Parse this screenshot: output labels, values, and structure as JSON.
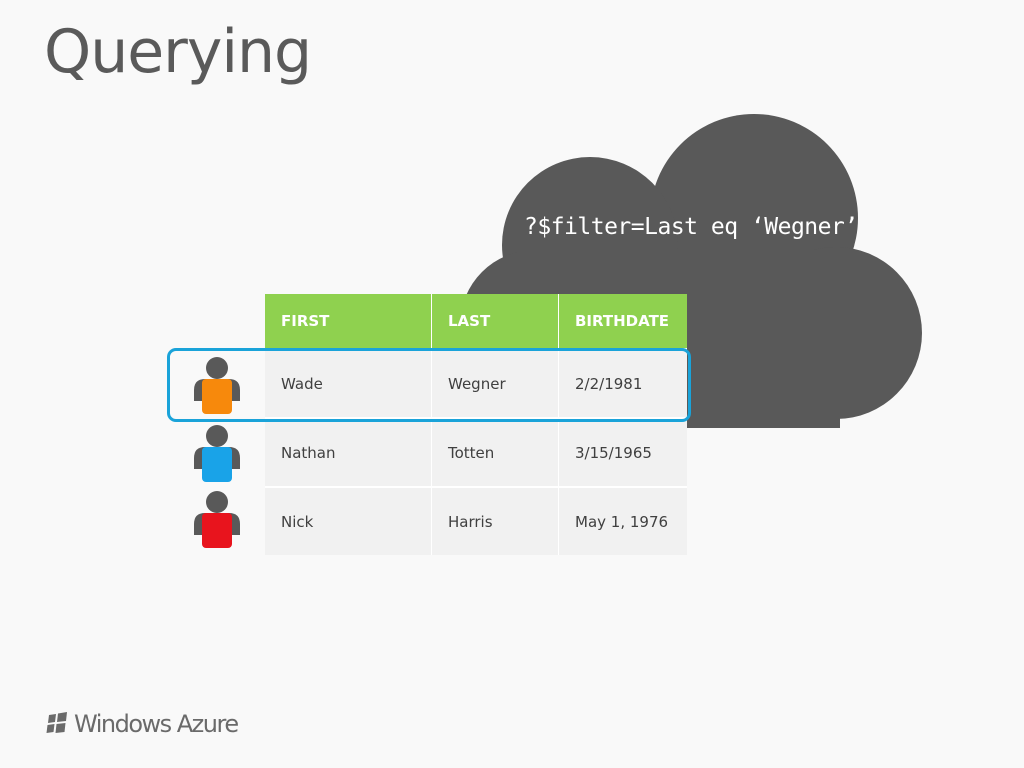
{
  "slide": {
    "title": "Querying",
    "query": "?$filter=Last eq ‘Wegner’",
    "brand": "Windows Azure"
  },
  "table": {
    "headers": [
      "FIRST",
      "LAST",
      "BIRTHDATE"
    ],
    "rows": [
      {
        "first": "Wade",
        "last": "Wegner",
        "birthdate": "2/2/1981",
        "avatar_color": "#f7890c",
        "highlighted": true
      },
      {
        "first": "Nathan",
        "last": "Totten",
        "birthdate": "3/15/1965",
        "avatar_color": "#19a3e8",
        "highlighted": false
      },
      {
        "first": "Nick",
        "last": "Harris",
        "birthdate": "May 1, 1976",
        "avatar_color": "#e8141d",
        "highlighted": false
      }
    ]
  },
  "colors": {
    "header_bg": "#8fd14f",
    "cloud": "#595959",
    "highlight_border": "#1aa3d9",
    "row_bg": "#f1f1f1"
  },
  "icons": [
    "cloud-shape",
    "person-icon",
    "windows-logo-icon"
  ]
}
